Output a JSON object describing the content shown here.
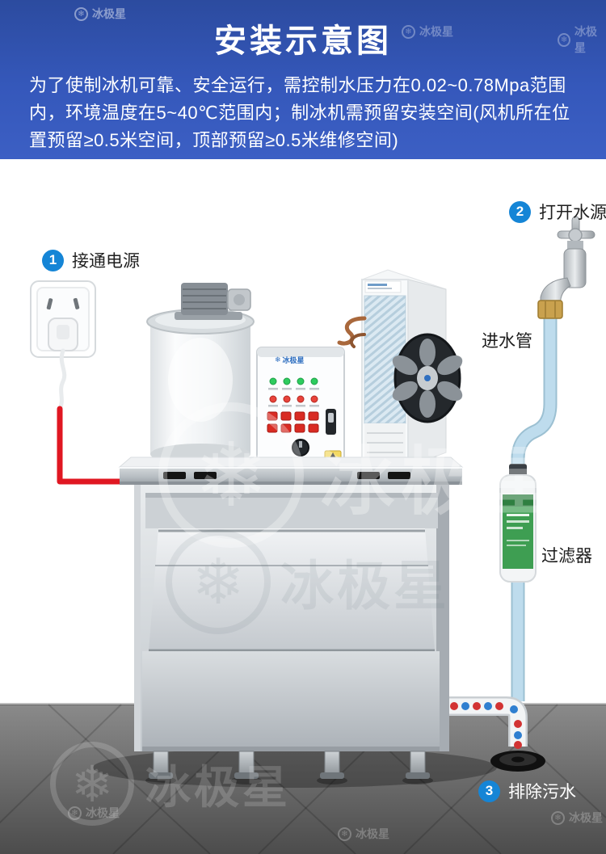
{
  "brand": {
    "name": "冰极星"
  },
  "icons": {
    "snowflake": "❄"
  },
  "hero": {
    "title": "安装示意图",
    "description": "为了使制冰机可靠、安全运行，需控制水压力在0.02~0.78Mpa范围内，环境温度在5~40℃范围内；制冰机需预留安装空间(风机所在位置预留≥0.5米空间，顶部预留≥0.5米维修空间)"
  },
  "steps": [
    {
      "number": "1",
      "label": "接通电源"
    },
    {
      "number": "2",
      "label": "打开水源"
    },
    {
      "number": "3",
      "label": "排除污水"
    }
  ],
  "part_labels": {
    "inlet_pipe": "进水管",
    "filter": "过滤器"
  },
  "colors": {
    "header_blue_top": "#2c4b9f",
    "header_blue_bottom": "#3c5fc4",
    "step_badge_blue": "#1585d6",
    "pipe_blue": "#bedced",
    "cable_red": "#e01722",
    "floor_gray": "#6e6e6e"
  }
}
